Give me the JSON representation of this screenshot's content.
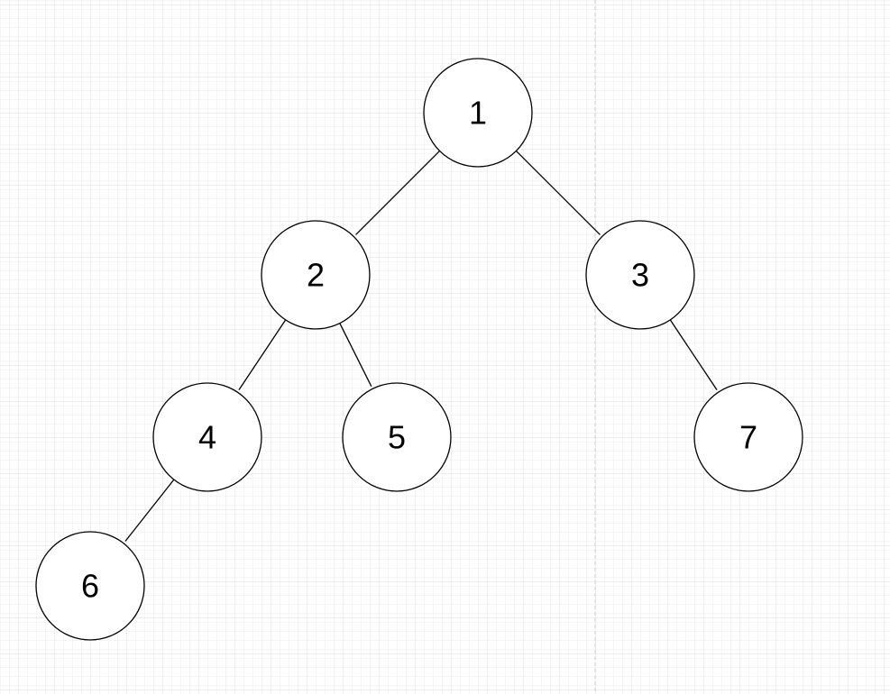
{
  "diagram": {
    "type": "binary-tree",
    "nodes": [
      {
        "id": "n1",
        "label": "1"
      },
      {
        "id": "n2",
        "label": "2"
      },
      {
        "id": "n3",
        "label": "3"
      },
      {
        "id": "n4",
        "label": "4"
      },
      {
        "id": "n5",
        "label": "5"
      },
      {
        "id": "n6",
        "label": "6"
      },
      {
        "id": "n7",
        "label": "7"
      }
    ],
    "edges": [
      {
        "from": "n1",
        "to": "n2"
      },
      {
        "from": "n1",
        "to": "n3"
      },
      {
        "from": "n2",
        "to": "n4"
      },
      {
        "from": "n2",
        "to": "n5"
      },
      {
        "from": "n4",
        "to": "n6"
      },
      {
        "from": "n3",
        "to": "n7"
      }
    ]
  },
  "colors": {
    "background": "#ffffff",
    "grid_minor": "#eeeeee",
    "grid_major": "#dcdcdc",
    "page_break": "#c8c8c8",
    "stroke": "#000000"
  }
}
